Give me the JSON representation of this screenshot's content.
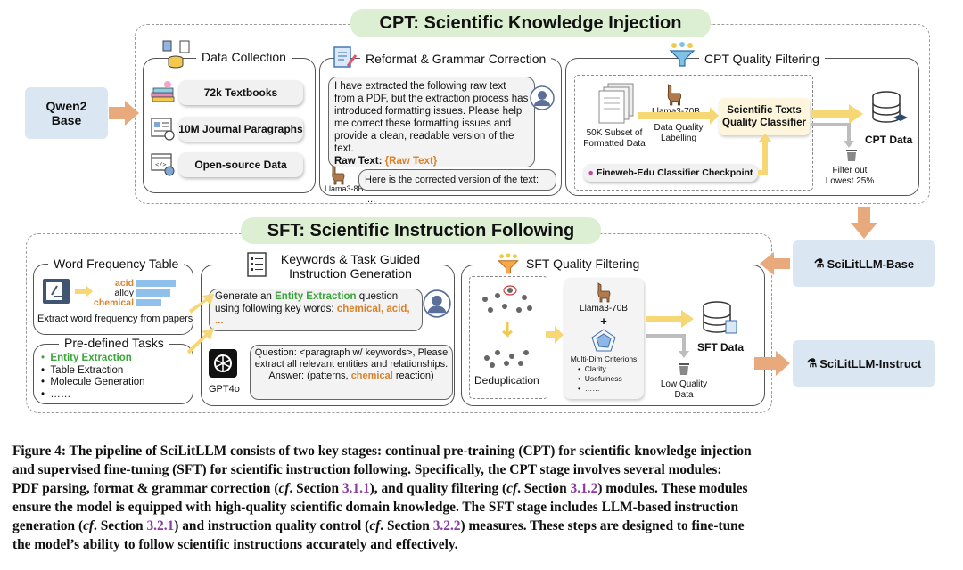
{
  "cpt": {
    "banner": "CPT: Scientific Knowledge Injection",
    "base_model": "Qwen2 Base",
    "data_collection": {
      "title": "Data Collection",
      "items": [
        "72k Textbooks",
        "10M Journal Paragraphs",
        "Open-source Data"
      ]
    },
    "reformat": {
      "title": "Reformat & Grammar Correction",
      "prompt": "I have extracted the following raw text from a PDF, but the extraction process has introduced formatting issues. Please help me correct these formatting issues and provide a clean, readable version of the text.",
      "raw_label": "Raw Text: ",
      "raw_value": "{Raw Text}",
      "reply": "Here is the corrected version of the text: ....",
      "model_label": "Llama3-8B"
    },
    "quality": {
      "title": "CPT Quality Filtering",
      "subset": "50K Subset of Formatted Data",
      "llama": "Llama3-70B",
      "labelling": "Data Quality Labelling",
      "classifier": "Scientific Texts Quality Classifier",
      "checkpoint": "Fineweb-Edu Classifier Checkpoint",
      "filter": "Filter out Lowest 25%",
      "output": "CPT Data"
    }
  },
  "sft": {
    "banner": "SFT:  Scientific Instruction Following",
    "base_box": "SciLitLLM-Base",
    "instruct_box": "SciLitLLM-Instruct",
    "word_freq": {
      "title": "Word Frequency Table",
      "words": [
        "acid",
        "alloy",
        "chemical"
      ],
      "caption": "Extract word frequency from papers"
    },
    "tasks": {
      "title": "Pre-defined Tasks",
      "items": [
        "Entity Extraction",
        "Table Extraction",
        "Molecule Generation",
        "……"
      ]
    },
    "keywords": {
      "title": "Keywords & Task Guided Instruction Generation",
      "gen_a": "Generate an ",
      "gen_task": "Entity Extraction",
      "gen_b": " question using following key words: ",
      "gen_kw": "chemical, acid, ...",
      "model_label": "GPT4o",
      "answer_q": "Question: <paragraph w/ keywords>, Please extract all relevant entities and relationships.",
      "answer_a": "Answer: (patterns, ",
      "answer_kw": "chemical",
      "answer_b": " reaction)"
    },
    "quality": {
      "title": "SFT Quality Filtering",
      "dedup": "Deduplication",
      "llama": "Llama3-70B",
      "plus": "+",
      "criteria_title": "Multi-Dim Criterions",
      "criteria": [
        "Clarity",
        "Usefulness",
        "……"
      ],
      "output": "SFT Data",
      "low": "Low Quality Data"
    }
  },
  "caption": {
    "l1a": "Figure 4: The pipeline of SciLitLLM consists of two key stages: continual pre-training (CPT) for scientific knowledge injection",
    "l2": "and supervised fine-tuning (SFT) for scientific instruction following. Specifically, the CPT stage involves several modules:",
    "l3a": "PDF parsing, format & grammar correction (",
    "cf": "cf",
    "l3b": ". Section ",
    "ref1": "3.1.1",
    "l3c": "), and quality filtering (",
    "l3d": ". Section ",
    "ref2": "3.1.2",
    "l3e": ") modules. These modules",
    "l4": "ensure the model is equipped with high-quality scientific domain knowledge. The SFT stage includes LLM-based instruction",
    "l5a": "generation (",
    "l5b": ". Section ",
    "ref3": "3.2.1",
    "l5c": ") and instruction quality control (",
    "l5d": ". Section ",
    "ref4": "3.2.2",
    "l5e": ") measures. These steps are designed to fine-tune",
    "l6": "the model’s ability to follow scientific instructions accurately and effectively."
  },
  "colors": {
    "banner": "#dcefd2",
    "blue_box": "#dae6f2",
    "arrow_orange": "#e8a97c",
    "arrow_yellow": "#f7d774",
    "keyword_green": "#3aa63a",
    "keyword_orange": "#d9822b",
    "ref_purple": "#8a3aa0"
  }
}
